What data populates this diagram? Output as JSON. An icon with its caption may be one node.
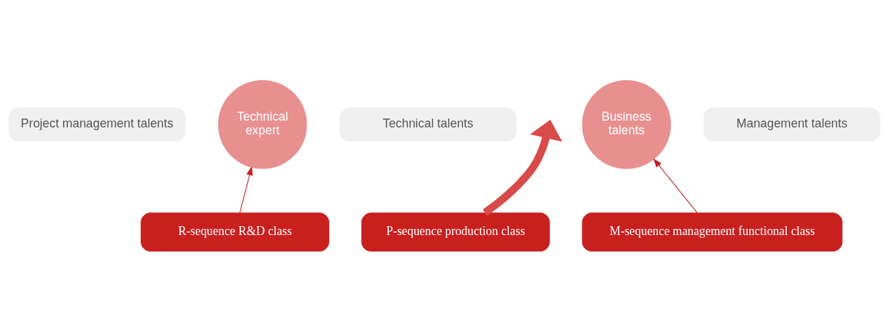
{
  "diagram": {
    "nodes": [
      {
        "text": [
          "Technical expert"
        ]
      },
      {
        "text": [
          "Business talents"
        ]
      },
      {
        "text": [
          "Project management talents"
        ]
      },
      {
        "text": [
          "Technical talents"
        ]
      },
      {
        "text": [
          "Management talents"
        ]
      },
      {
        "text": [
          "R-sequence R&D class"
        ]
      },
      {
        "text": [
          "P-sequence production class"
        ]
      },
      {
        "text": [
          "M-sequence management functional class"
        ]
      }
    ],
    "edges": [
      {
        "from": 5,
        "to": 0,
        "arrow": "to"
      },
      {
        "from": 6,
        "to": null,
        "arrow": "to",
        "style": "thick"
      },
      {
        "from": 7,
        "to": 1,
        "arrow": "to"
      }
    ]
  }
}
